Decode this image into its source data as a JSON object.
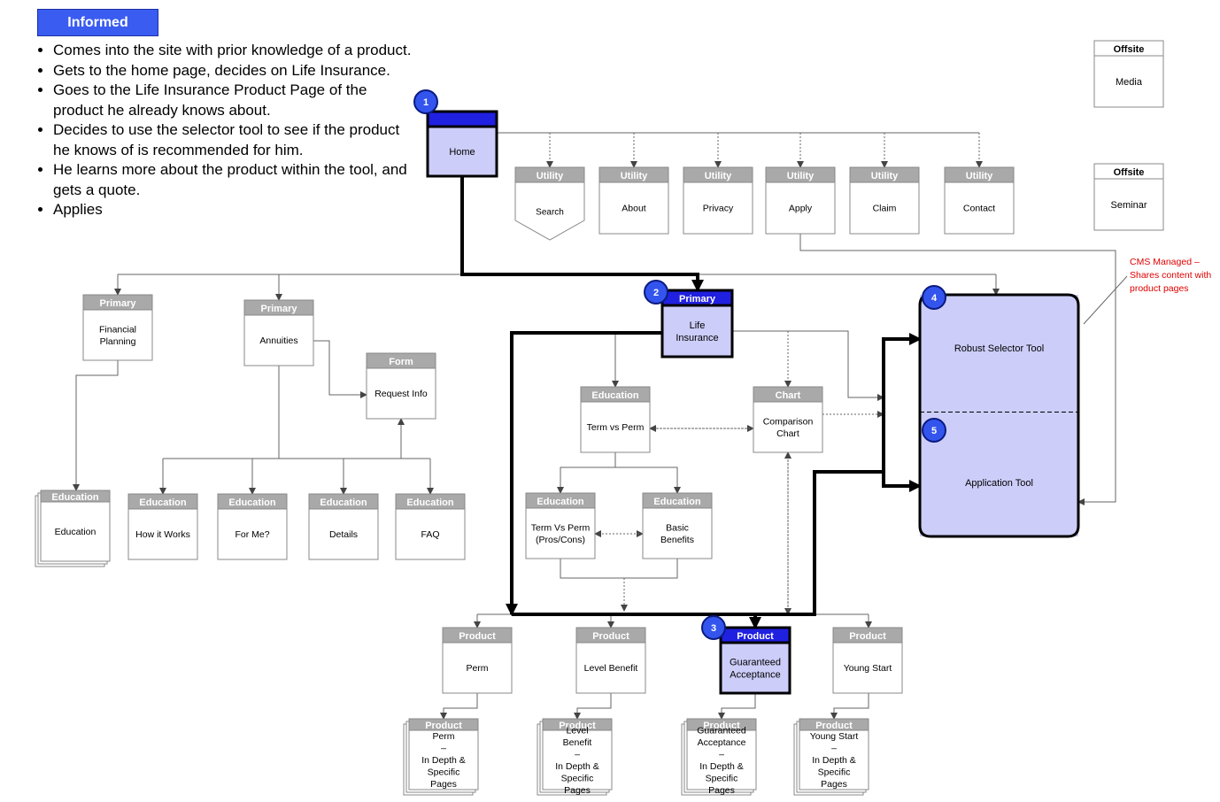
{
  "persona": {
    "label": "Informed"
  },
  "bullets": [
    "Comes into the site with prior knowledge of a product.",
    "Gets to the home page, decides on Life Insurance.",
    "Goes to the Life Insurance Product Page of the product he already knows about.",
    "Decides to use the selector tool to see if the product he knows of is recommended for him.",
    "He learns more about the product within the tool, and gets a quote.",
    "Applies"
  ],
  "note": "CMS Managed – Shares content with product pages",
  "colors": {
    "highlight_fill": "#cccdf8",
    "highlight_header": "#2020e0",
    "badge": "#3355ee",
    "gray_header": "#a9a9a9",
    "note": "#e00000"
  },
  "nodes": [
    {
      "id": "home",
      "type": "",
      "label": "Home",
      "style": "hl",
      "badge": "1"
    },
    {
      "id": "search",
      "type": "Utility",
      "label": "Search",
      "style": "pent"
    },
    {
      "id": "about",
      "type": "Utility",
      "label": "About",
      "style": "gray"
    },
    {
      "id": "privacy",
      "type": "Utility",
      "label": "Privacy",
      "style": "gray"
    },
    {
      "id": "apply",
      "type": "Utility",
      "label": "Apply",
      "style": "gray"
    },
    {
      "id": "claim",
      "type": "Utility",
      "label": "Claim",
      "style": "gray"
    },
    {
      "id": "contact",
      "type": "Utility",
      "label": "Contact",
      "style": "gray"
    },
    {
      "id": "media",
      "type": "Offsite",
      "label": "Media",
      "style": "white"
    },
    {
      "id": "seminar",
      "type": "Offsite",
      "label": "Seminar",
      "style": "white"
    },
    {
      "id": "financial",
      "type": "Primary",
      "label": "Financial Planning",
      "style": "gray"
    },
    {
      "id": "annuities",
      "type": "Primary",
      "label": "Annuities",
      "style": "gray"
    },
    {
      "id": "request",
      "type": "Form",
      "label": "Request Info",
      "style": "gray"
    },
    {
      "id": "life",
      "type": "Primary",
      "label": "Life Insurance",
      "style": "hl",
      "badge": "2"
    },
    {
      "id": "termperm",
      "type": "Education",
      "label": "Term vs Perm",
      "style": "gray"
    },
    {
      "id": "comparison",
      "type": "Chart",
      "label": "Comparison Chart",
      "style": "gray"
    },
    {
      "id": "edu_stack",
      "type": "Education",
      "label": "Education",
      "style": "stack"
    },
    {
      "id": "howitworks",
      "type": "Education",
      "label": "How it Works",
      "style": "gray"
    },
    {
      "id": "forme",
      "type": "Education",
      "label": "For Me?",
      "style": "gray"
    },
    {
      "id": "details",
      "type": "Education",
      "label": "Details",
      "style": "gray"
    },
    {
      "id": "faq",
      "type": "Education",
      "label": "FAQ",
      "style": "gray"
    },
    {
      "id": "proscons",
      "type": "Education",
      "label": "Term Vs Perm (Pros/Cons)",
      "style": "gray"
    },
    {
      "id": "basic",
      "type": "Education",
      "label": "Basic Benefits",
      "style": "gray"
    },
    {
      "id": "perm",
      "type": "Product",
      "label": "Perm",
      "style": "gray"
    },
    {
      "id": "level",
      "type": "Product",
      "label": "Level Benefit",
      "style": "gray"
    },
    {
      "id": "guaranteed",
      "type": "Product",
      "label": "Guaranteed Acceptance",
      "style": "hl",
      "badge": "3"
    },
    {
      "id": "young",
      "type": "Product",
      "label": "Young Start",
      "style": "gray"
    },
    {
      "id": "perm_d",
      "type": "Product",
      "label": "Perm – In Depth & Specific Pages",
      "style": "stack"
    },
    {
      "id": "level_d",
      "type": "Product",
      "label": "Level Benefit – In Depth & Specific Pages",
      "style": "stack"
    },
    {
      "id": "guar_d",
      "type": "Product",
      "label": "Guaranteed Acceptance – In Depth & Specific Pages",
      "style": "stack"
    },
    {
      "id": "young_d",
      "type": "Product",
      "label": "Young Start – In Depth & Specific Pages",
      "style": "stack"
    },
    {
      "id": "selector",
      "type": "",
      "label": "Robust Selector Tool",
      "style": "tool",
      "badge": "4"
    },
    {
      "id": "apptool",
      "type": "",
      "label": "Application Tool",
      "style": "tool",
      "badge": "5"
    }
  ]
}
